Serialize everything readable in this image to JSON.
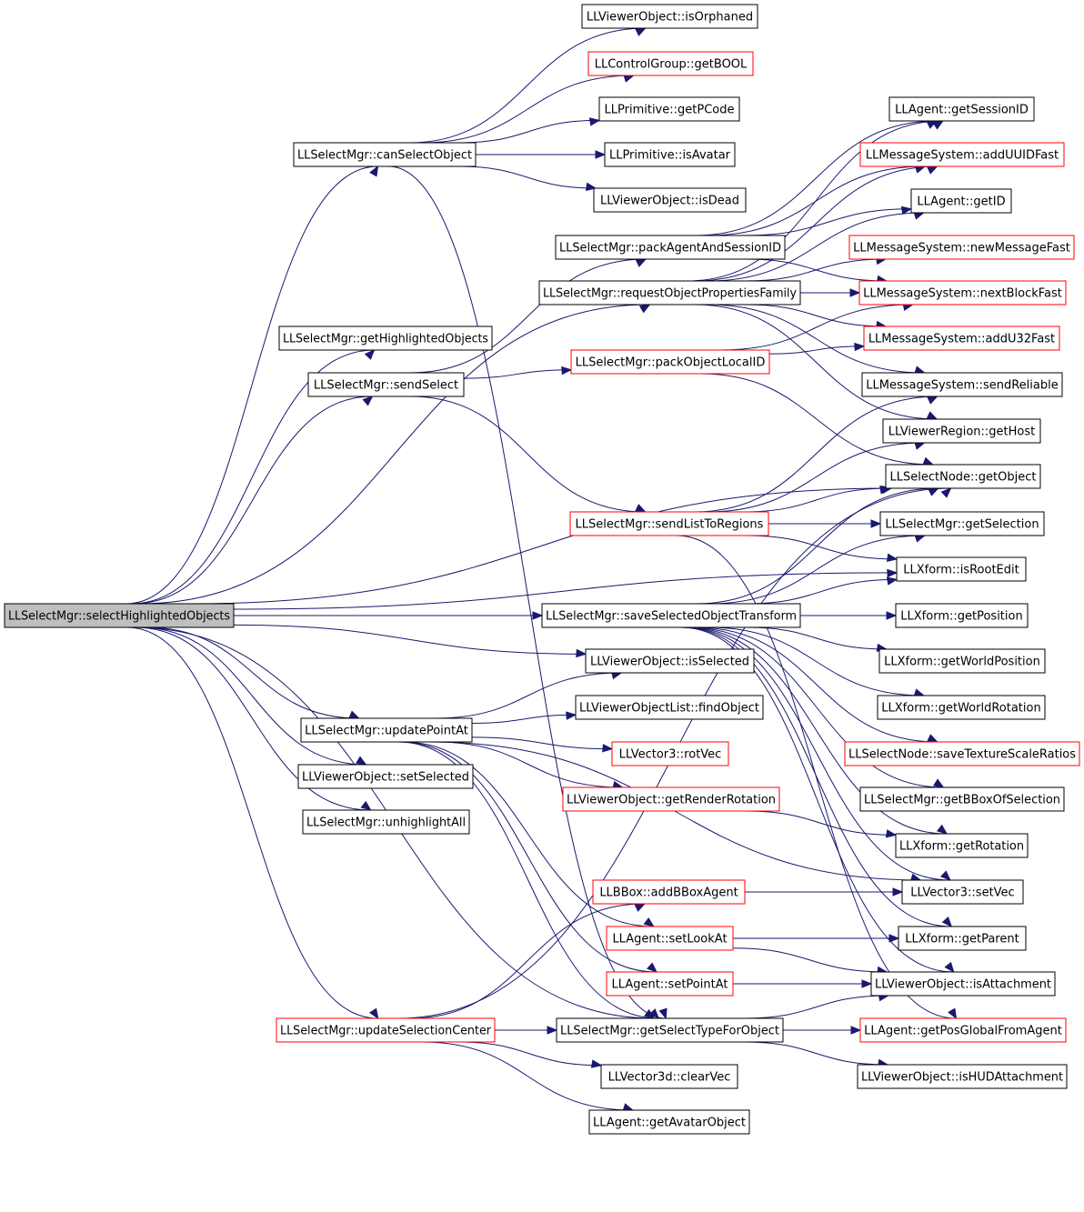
{
  "diagram": {
    "colors": {
      "edge": "#191970",
      "normal_border": "#000000",
      "linked_border": "#ff0000",
      "root_fill": "#bfbfbf"
    },
    "nodes": [
      {
        "id": "root",
        "label": "LLSelectMgr::selectHighlightedObjects",
        "style": "root"
      },
      {
        "id": "canSelectObject",
        "label": "LLSelectMgr::canSelectObject",
        "style": "normal"
      },
      {
        "id": "isOrphaned",
        "label": "LLViewerObject::isOrphaned",
        "style": "normal"
      },
      {
        "id": "getBOOL",
        "label": "LLControlGroup::getBOOL",
        "style": "red"
      },
      {
        "id": "getPCode",
        "label": "LLPrimitive::getPCode",
        "style": "normal"
      },
      {
        "id": "isAvatar",
        "label": "LLPrimitive::isAvatar",
        "style": "normal"
      },
      {
        "id": "isDead",
        "label": "LLViewerObject::isDead",
        "style": "normal"
      },
      {
        "id": "getSessionID",
        "label": "LLAgent::getSessionID",
        "style": "normal"
      },
      {
        "id": "addUUIDFast",
        "label": "LLMessageSystem::addUUIDFast",
        "style": "red"
      },
      {
        "id": "getID",
        "label": "LLAgent::getID",
        "style": "normal"
      },
      {
        "id": "packAgentAndSessionID",
        "label": "LLSelectMgr::packAgentAndSessionID",
        "style": "normal"
      },
      {
        "id": "newMessageFast",
        "label": "LLMessageSystem::newMessageFast",
        "style": "red"
      },
      {
        "id": "requestObjectPropertiesFamily",
        "label": "LLSelectMgr::requestObjectPropertiesFamily",
        "style": "normal"
      },
      {
        "id": "nextBlockFast",
        "label": "LLMessageSystem::nextBlockFast",
        "style": "red"
      },
      {
        "id": "getHighlightedObjects",
        "label": "LLSelectMgr::getHighlightedObjects",
        "style": "normal"
      },
      {
        "id": "addU32Fast",
        "label": "LLMessageSystem::addU32Fast",
        "style": "red"
      },
      {
        "id": "packObjectLocalID",
        "label": "LLSelectMgr::packObjectLocalID",
        "style": "red"
      },
      {
        "id": "sendSelect",
        "label": "LLSelectMgr::sendSelect",
        "style": "normal"
      },
      {
        "id": "sendReliable",
        "label": "LLMessageSystem::sendReliable",
        "style": "normal"
      },
      {
        "id": "getHost",
        "label": "LLViewerRegion::getHost",
        "style": "normal"
      },
      {
        "id": "getObject",
        "label": "LLSelectNode::getObject",
        "style": "normal"
      },
      {
        "id": "sendListToRegions",
        "label": "LLSelectMgr::sendListToRegions",
        "style": "red"
      },
      {
        "id": "getSelection",
        "label": "LLSelectMgr::getSelection",
        "style": "normal"
      },
      {
        "id": "isRootEdit",
        "label": "LLXform::isRootEdit",
        "style": "normal"
      },
      {
        "id": "saveSelectedObjectTransform",
        "label": "LLSelectMgr::saveSelectedObjectTransform",
        "style": "normal"
      },
      {
        "id": "getPosition",
        "label": "LLXform::getPosition",
        "style": "normal"
      },
      {
        "id": "isSelected",
        "label": "LLViewerObject::isSelected",
        "style": "normal"
      },
      {
        "id": "getWorldPosition",
        "label": "LLXform::getWorldPosition",
        "style": "normal"
      },
      {
        "id": "findObject",
        "label": "LLViewerObjectList::findObject",
        "style": "normal"
      },
      {
        "id": "updatePointAt",
        "label": "LLSelectMgr::updatePointAt",
        "style": "normal"
      },
      {
        "id": "getWorldRotation",
        "label": "LLXform::getWorldRotation",
        "style": "normal"
      },
      {
        "id": "rotVec",
        "label": "LLVector3::rotVec",
        "style": "red"
      },
      {
        "id": "saveTextureScaleRatios",
        "label": "LLSelectNode::saveTextureScaleRatios",
        "style": "red"
      },
      {
        "id": "setSelected",
        "label": "LLViewerObject::setSelected",
        "style": "normal"
      },
      {
        "id": "getRenderRotation",
        "label": "LLViewerObject::getRenderRotation",
        "style": "red"
      },
      {
        "id": "getBBoxOfSelection",
        "label": "LLSelectMgr::getBBoxOfSelection",
        "style": "normal"
      },
      {
        "id": "unhighlightAll",
        "label": "LLSelectMgr::unhighlightAll",
        "style": "normal"
      },
      {
        "id": "getRotation",
        "label": "LLXform::getRotation",
        "style": "normal"
      },
      {
        "id": "addBBoxAgent",
        "label": "LLBBox::addBBoxAgent",
        "style": "red"
      },
      {
        "id": "setVec",
        "label": "LLVector3::setVec",
        "style": "normal"
      },
      {
        "id": "setLookAt",
        "label": "LLAgent::setLookAt",
        "style": "red"
      },
      {
        "id": "getParent",
        "label": "LLXform::getParent",
        "style": "normal"
      },
      {
        "id": "setPointAt",
        "label": "LLAgent::setPointAt",
        "style": "red"
      },
      {
        "id": "isAttachment",
        "label": "LLViewerObject::isAttachment",
        "style": "normal"
      },
      {
        "id": "updateSelectionCenter",
        "label": "LLSelectMgr::updateSelectionCenter",
        "style": "red"
      },
      {
        "id": "getSelectTypeForObject",
        "label": "LLSelectMgr::getSelectTypeForObject",
        "style": "normal"
      },
      {
        "id": "getPosGlobalFromAgent",
        "label": "LLAgent::getPosGlobalFromAgent",
        "style": "red"
      },
      {
        "id": "clearVec",
        "label": "LLVector3d::clearVec",
        "style": "normal"
      },
      {
        "id": "isHUDAttachment",
        "label": "LLViewerObject::isHUDAttachment",
        "style": "normal"
      },
      {
        "id": "getAvatarObject",
        "label": "LLAgent::getAvatarObject",
        "style": "normal"
      }
    ],
    "edges": [
      [
        "root",
        "canSelectObject"
      ],
      [
        "root",
        "getHighlightedObjects"
      ],
      [
        "root",
        "sendSelect"
      ],
      [
        "root",
        "requestObjectPropertiesFamily"
      ],
      [
        "root",
        "getObject"
      ],
      [
        "root",
        "isRootEdit"
      ],
      [
        "root",
        "saveSelectedObjectTransform"
      ],
      [
        "root",
        "isSelected"
      ],
      [
        "root",
        "updatePointAt"
      ],
      [
        "root",
        "setSelected"
      ],
      [
        "root",
        "unhighlightAll"
      ],
      [
        "root",
        "updateSelectionCenter"
      ],
      [
        "root",
        "getSelectTypeForObject"
      ],
      [
        "canSelectObject",
        "isOrphaned"
      ],
      [
        "canSelectObject",
        "getBOOL"
      ],
      [
        "canSelectObject",
        "getPCode"
      ],
      [
        "canSelectObject",
        "isAvatar"
      ],
      [
        "canSelectObject",
        "isDead"
      ],
      [
        "canSelectObject",
        "getSelectTypeForObject"
      ],
      [
        "packAgentAndSessionID",
        "getSessionID"
      ],
      [
        "packAgentAndSessionID",
        "addUUIDFast"
      ],
      [
        "packAgentAndSessionID",
        "getID"
      ],
      [
        "packAgentAndSessionID",
        "nextBlockFast"
      ],
      [
        "requestObjectPropertiesFamily",
        "getSessionID"
      ],
      [
        "requestObjectPropertiesFamily",
        "addUUIDFast"
      ],
      [
        "requestObjectPropertiesFamily",
        "getID"
      ],
      [
        "requestObjectPropertiesFamily",
        "newMessageFast"
      ],
      [
        "requestObjectPropertiesFamily",
        "nextBlockFast"
      ],
      [
        "requestObjectPropertiesFamily",
        "addU32Fast"
      ],
      [
        "requestObjectPropertiesFamily",
        "sendReliable"
      ],
      [
        "requestObjectPropertiesFamily",
        "getHost"
      ],
      [
        "sendSelect",
        "packAgentAndSessionID"
      ],
      [
        "sendSelect",
        "packObjectLocalID"
      ],
      [
        "sendSelect",
        "sendListToRegions"
      ],
      [
        "packObjectLocalID",
        "nextBlockFast"
      ],
      [
        "packObjectLocalID",
        "addU32Fast"
      ],
      [
        "packObjectLocalID",
        "getObject"
      ],
      [
        "sendListToRegions",
        "sendReliable"
      ],
      [
        "sendListToRegions",
        "getHost"
      ],
      [
        "sendListToRegions",
        "getObject"
      ],
      [
        "sendListToRegions",
        "getSelection"
      ],
      [
        "sendListToRegions",
        "isRootEdit"
      ],
      [
        "sendListToRegions",
        "getPosGlobalFromAgent"
      ],
      [
        "saveSelectedObjectTransform",
        "getObject"
      ],
      [
        "saveSelectedObjectTransform",
        "getSelection"
      ],
      [
        "saveSelectedObjectTransform",
        "isRootEdit"
      ],
      [
        "saveSelectedObjectTransform",
        "getPosition"
      ],
      [
        "saveSelectedObjectTransform",
        "getWorldPosition"
      ],
      [
        "saveSelectedObjectTransform",
        "getWorldRotation"
      ],
      [
        "saveSelectedObjectTransform",
        "saveTextureScaleRatios"
      ],
      [
        "saveSelectedObjectTransform",
        "getBBoxOfSelection"
      ],
      [
        "saveSelectedObjectTransform",
        "getRotation"
      ],
      [
        "saveSelectedObjectTransform",
        "setVec"
      ],
      [
        "saveSelectedObjectTransform",
        "getParent"
      ],
      [
        "saveSelectedObjectTransform",
        "isAttachment"
      ],
      [
        "updatePointAt",
        "isSelected"
      ],
      [
        "updatePointAt",
        "findObject"
      ],
      [
        "updatePointAt",
        "rotVec"
      ],
      [
        "updatePointAt",
        "getRenderRotation"
      ],
      [
        "updatePointAt",
        "setVec"
      ],
      [
        "updatePointAt",
        "setLookAt"
      ],
      [
        "updatePointAt",
        "setPointAt"
      ],
      [
        "updatePointAt",
        "getSelectTypeForObject"
      ],
      [
        "getRenderRotation",
        "getRotation"
      ],
      [
        "addBBoxAgent",
        "setVec"
      ],
      [
        "setLookAt",
        "getParent"
      ],
      [
        "setLookAt",
        "isAttachment"
      ],
      [
        "setPointAt",
        "isAttachment"
      ],
      [
        "updateSelectionCenter",
        "getObject"
      ],
      [
        "updateSelectionCenter",
        "addBBoxAgent"
      ],
      [
        "updateSelectionCenter",
        "getSelectTypeForObject"
      ],
      [
        "updateSelectionCenter",
        "clearVec"
      ],
      [
        "updateSelectionCenter",
        "getAvatarObject"
      ],
      [
        "updateSelectionCenter",
        "getPosGlobalFromAgent"
      ],
      [
        "getSelectTypeForObject",
        "isAttachment"
      ],
      [
        "getSelectTypeForObject",
        "isHUDAttachment"
      ]
    ]
  }
}
